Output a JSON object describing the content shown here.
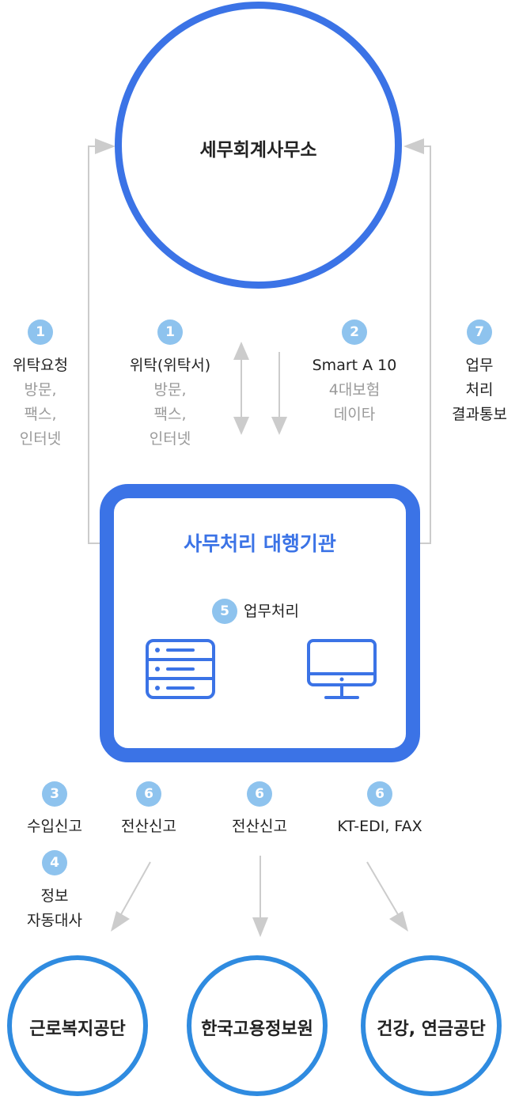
{
  "top_office": {
    "label": "세무회계사무소"
  },
  "agency": {
    "title": "사무처리 대행기관",
    "process": {
      "num": "5",
      "label": "업무처리"
    },
    "server_icon": "server-icon",
    "monitor_icon": "monitor-icon"
  },
  "upper_steps": [
    {
      "num": "1",
      "line1": "위탁요청",
      "gray_lines": [
        "방문,",
        "팩스,",
        "인터넷"
      ]
    },
    {
      "num": "1",
      "line1": "위탁(위탁서)",
      "gray_lines": [
        "방문,",
        "팩스,",
        "인터넷"
      ]
    },
    {
      "num": "2",
      "line1": "Smart A 10",
      "gray_lines": [
        "4대보험",
        "데이타"
      ]
    },
    {
      "num": "7",
      "lines": [
        "업무",
        "처리",
        "결과통보"
      ]
    }
  ],
  "lower_steps": [
    {
      "num": "3",
      "label": "수입신고"
    },
    {
      "num": "4",
      "lines": [
        "정보",
        "자동대사"
      ]
    },
    {
      "num": "6",
      "label": "전산신고"
    },
    {
      "num": "6",
      "label": "전산신고"
    },
    {
      "num": "6",
      "label": "KT-EDI, FAX"
    }
  ],
  "institutions": [
    "근로복지공단",
    "한국고용정보원",
    "건강, 연금공단"
  ],
  "colors": {
    "primary_blue": "#3b73e6",
    "institution_blue": "#2f8be0",
    "badge_blue": "#8ec3ee",
    "arrow_gray": "#cccccc",
    "text_gray": "#9a9a9a"
  }
}
